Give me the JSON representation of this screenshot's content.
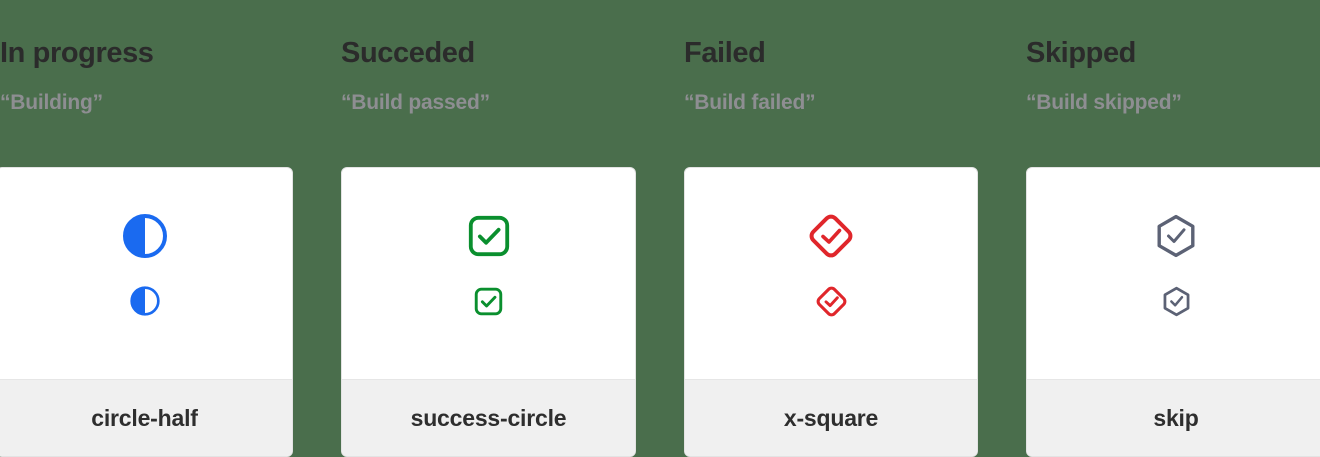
{
  "page": {
    "background_color": "#4a6e4c",
    "card_background_color": "#ffffff",
    "card_footer_color": "#f0f0f0",
    "heading_color": "#2b2b2b",
    "subtitle_color": "#8e8e92"
  },
  "columns": [
    {
      "heading": "In progress",
      "subtitle": "“Building”",
      "icon_name": "circle-half",
      "icon_label": "circle-half",
      "icon_color": "#1a6af0",
      "icon_semantic": "circle-half-icon"
    },
    {
      "heading": "Succeded",
      "subtitle": "“Build passed”",
      "icon_name": "success-circle",
      "icon_label": "success-circle",
      "icon_color": "#0a8f2e",
      "icon_semantic": "success-circle-icon"
    },
    {
      "heading": "Failed",
      "subtitle": "“Build failed”",
      "icon_name": "x-square",
      "icon_label": "x-square",
      "icon_color": "#e0262b",
      "icon_semantic": "x-square-icon"
    },
    {
      "heading": "Skipped",
      "subtitle": "“Build skipped”",
      "icon_name": "skip",
      "icon_label": "skip",
      "icon_color": "#5c6275",
      "icon_semantic": "skip-icon"
    }
  ]
}
